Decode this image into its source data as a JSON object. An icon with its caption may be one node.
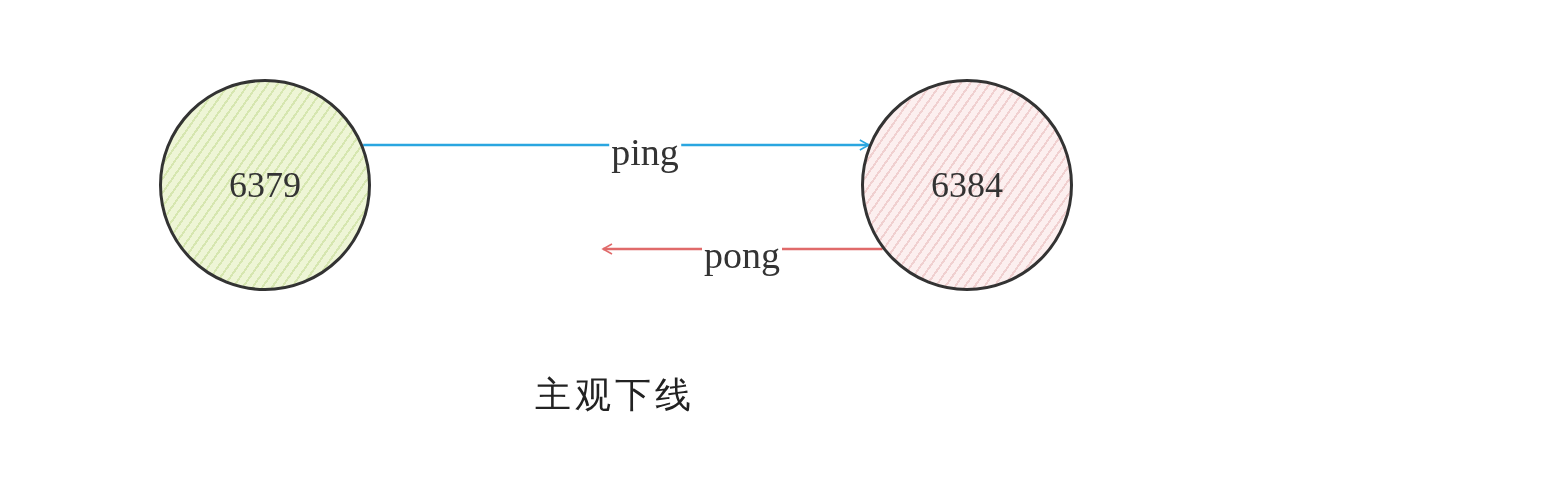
{
  "diagram": {
    "caption": "主观下线",
    "nodes": [
      {
        "text": [
          "6379"
        ]
      },
      {
        "text": [
          "6384"
        ]
      }
    ],
    "edges": [
      {
        "from": 0,
        "to": 1,
        "arrow": "to",
        "label": "ping",
        "color": "#2aa6e0"
      },
      {
        "from": 1,
        "to": null,
        "arrow": "to",
        "label": "pong",
        "color": "#e06a6a"
      }
    ]
  }
}
